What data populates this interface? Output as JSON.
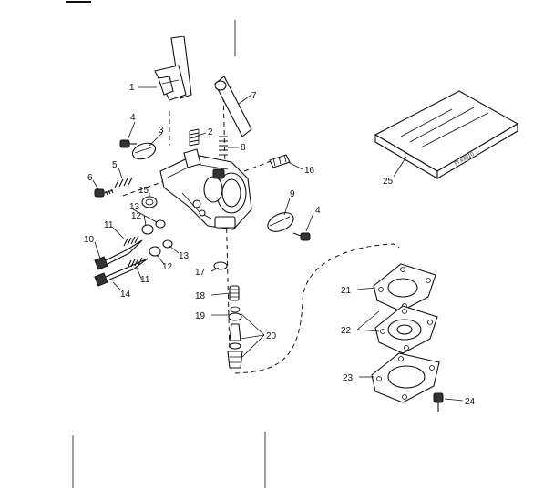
{
  "kit_label": "Pl #3010 ...",
  "callouts": [
    "1",
    "2",
    "3",
    "4",
    "4",
    "5",
    "6",
    "7",
    "8",
    "9",
    "10",
    "11",
    "11",
    "12",
    "12",
    "13",
    "13",
    "14",
    "15",
    "16",
    "17",
    "18",
    "19",
    "20",
    "21",
    "22",
    "23",
    "24",
    "25"
  ],
  "parts": [
    {
      "id": "1"
    },
    {
      "id": "2"
    },
    {
      "id": "3"
    },
    {
      "id": "4"
    },
    {
      "id": "5"
    },
    {
      "id": "6"
    },
    {
      "id": "7"
    },
    {
      "id": "8"
    },
    {
      "id": "9"
    },
    {
      "id": "10"
    },
    {
      "id": "11"
    },
    {
      "id": "12"
    },
    {
      "id": "13"
    },
    {
      "id": "14"
    },
    {
      "id": "15"
    },
    {
      "id": "16"
    },
    {
      "id": "17"
    },
    {
      "id": "18"
    },
    {
      "id": "19"
    },
    {
      "id": "20"
    },
    {
      "id": "21"
    },
    {
      "id": "22"
    },
    {
      "id": "23"
    },
    {
      "id": "24"
    },
    {
      "id": "25"
    }
  ]
}
